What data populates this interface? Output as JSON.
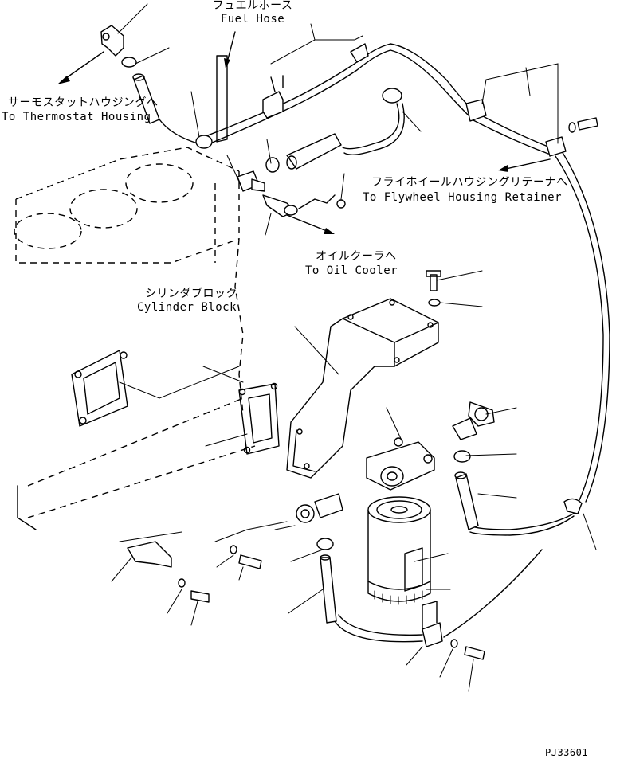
{
  "labels": {
    "fuel_hose_jp": "フュエルホース",
    "fuel_hose_en": "Fuel Hose",
    "thermostat_jp": "サーモスタットハウジングへ",
    "thermostat_en": "To Thermostat Housing",
    "flywheel_jp": "フライホイールハウジングリテーナへ",
    "flywheel_en": "To Flywheel Housing Retainer",
    "oil_cooler_jp": "オイルクーラへ",
    "oil_cooler_en": "To Oil Cooler",
    "cylinder_block_jp": "シリンダブロック",
    "cylinder_block_en": "Cylinder Block",
    "figure_code": "PJ33601"
  }
}
